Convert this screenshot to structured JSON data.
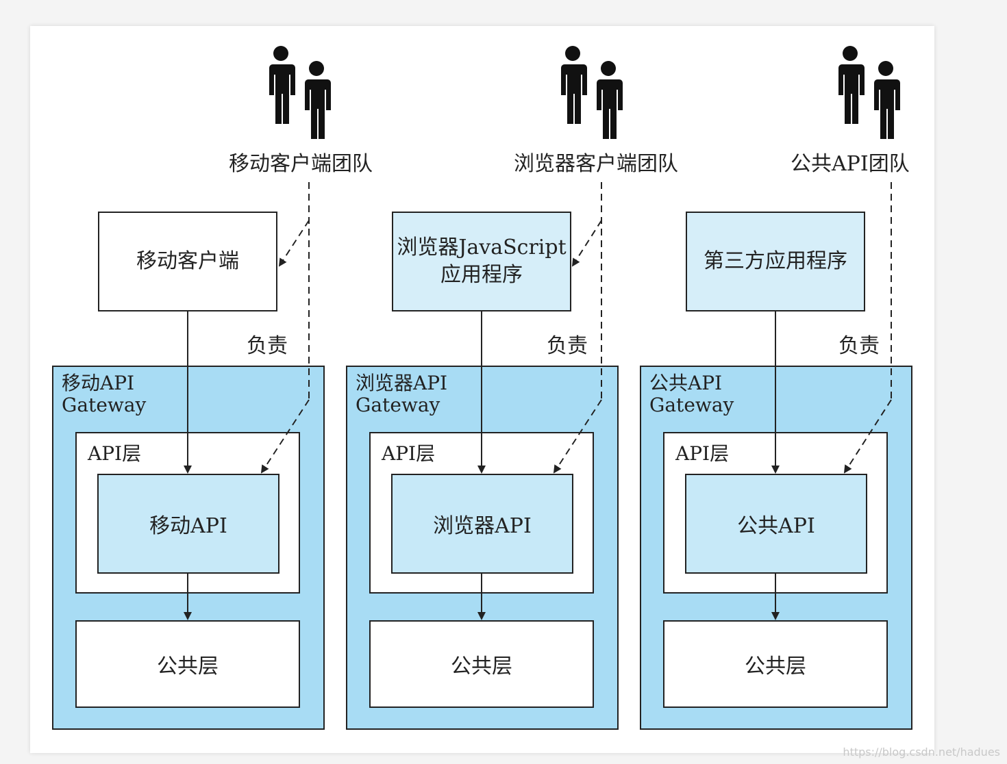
{
  "teams": [
    {
      "label": "移动客户端团队",
      "client": [
        "移动客户端"
      ],
      "gateway": [
        "移动API",
        "Gateway"
      ],
      "api_layer": "API层",
      "api": "移动API",
      "common": "公共层",
      "responsible": "负责"
    },
    {
      "label": "浏览器客户端团队",
      "client": [
        "浏览器JavaScript",
        "应用程序"
      ],
      "gateway": [
        "浏览器API",
        "Gateway"
      ],
      "api_layer": "API层",
      "api": "浏览器API",
      "common": "公共层",
      "responsible": "负责"
    },
    {
      "label": "公共API团队",
      "client": [
        "第三方应用程序"
      ],
      "gateway": [
        "公共API",
        "Gateway"
      ],
      "api_layer": "API层",
      "api": "公共API",
      "common": "公共层",
      "responsible": "负责"
    }
  ],
  "watermark": "https://blog.csdn.net/hadues",
  "colors": {
    "gateway": "#a8dcf4",
    "api_box": "#c7e9f8",
    "client_light": "#d6eef9",
    "line": "#222222"
  }
}
